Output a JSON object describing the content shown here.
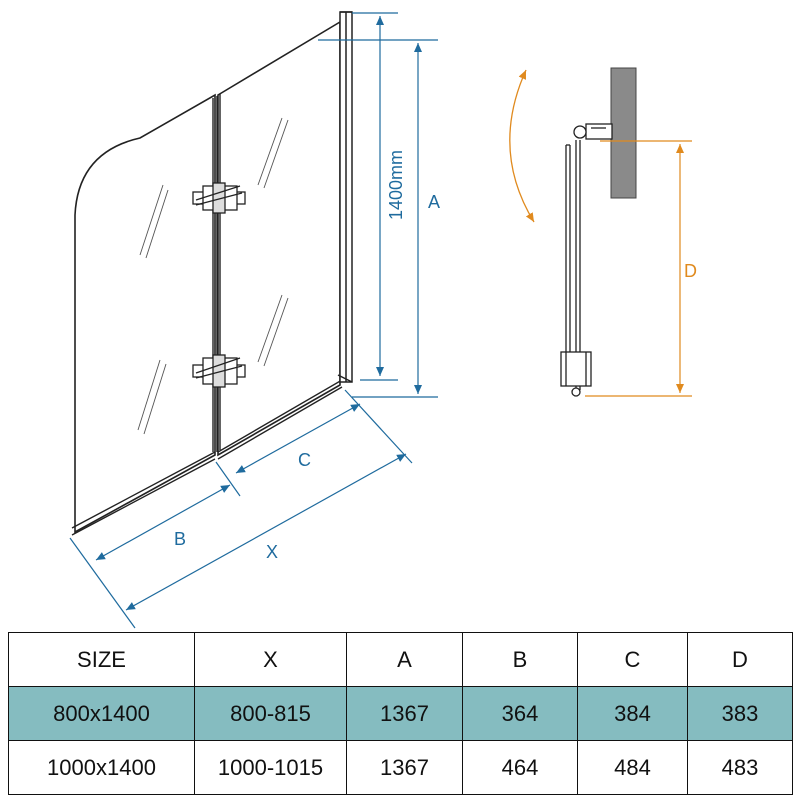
{
  "colors": {
    "dimension_blue": "#1f6b9e",
    "dimension_orange": "#e08a1e",
    "table_highlight": "#85bcc0"
  },
  "diagram": {
    "labels": {
      "height_mm": "1400mm",
      "A": "A",
      "B": "B",
      "C": "C",
      "X": "X",
      "D": "D"
    }
  },
  "table": {
    "headers": [
      "SIZE",
      "X",
      "A",
      "B",
      "C",
      "D"
    ],
    "rows": [
      [
        "800x1400",
        "800-815",
        "1367",
        "364",
        "384",
        "383"
      ],
      [
        "1000x1400",
        "1000-1015",
        "1367",
        "464",
        "484",
        "483"
      ]
    ]
  }
}
